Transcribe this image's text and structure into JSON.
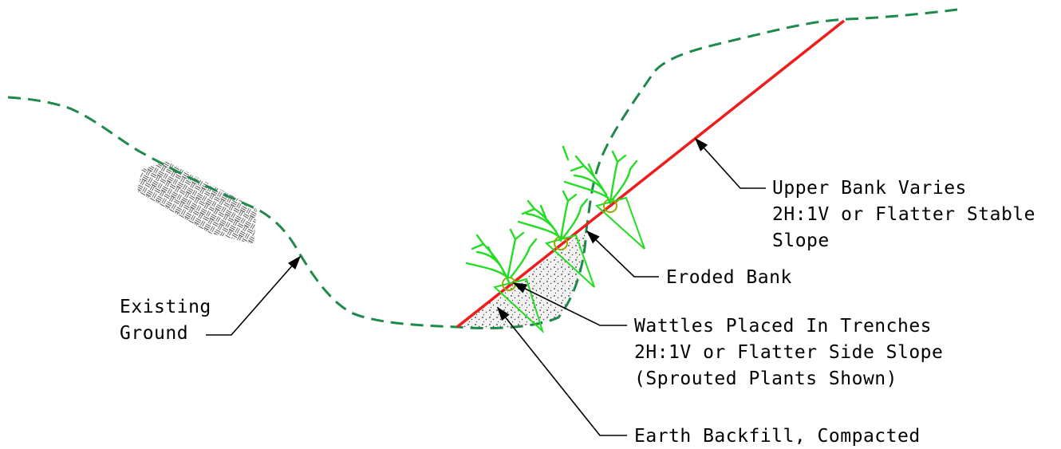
{
  "colors": {
    "existing_ground": "#1e8a4a",
    "slope_line": "#ee1c1c",
    "plants": "#22dd22",
    "wattle": "#9aa800",
    "backfill_fill": "#eeeeee",
    "leaders": "#000000",
    "rock": "#555555"
  },
  "labels": {
    "existing_ground": [
      "Existing",
      "Ground"
    ],
    "upper_bank": [
      "Upper Bank Varies",
      "2H:1V or Flatter Stable",
      "Slope"
    ],
    "eroded_bank": [
      "Eroded Bank"
    ],
    "wattles": [
      "Wattles Placed In Trenches",
      "2H:1V or Flatter Side Slope",
      "(Sprouted Plants Shown)"
    ],
    "earth_backfill": [
      "Earth Backfill, Compacted"
    ]
  },
  "icons": {
    "rock_fill": "crosshatch-rock-icon",
    "plant": "sprouted-willow-icon"
  }
}
